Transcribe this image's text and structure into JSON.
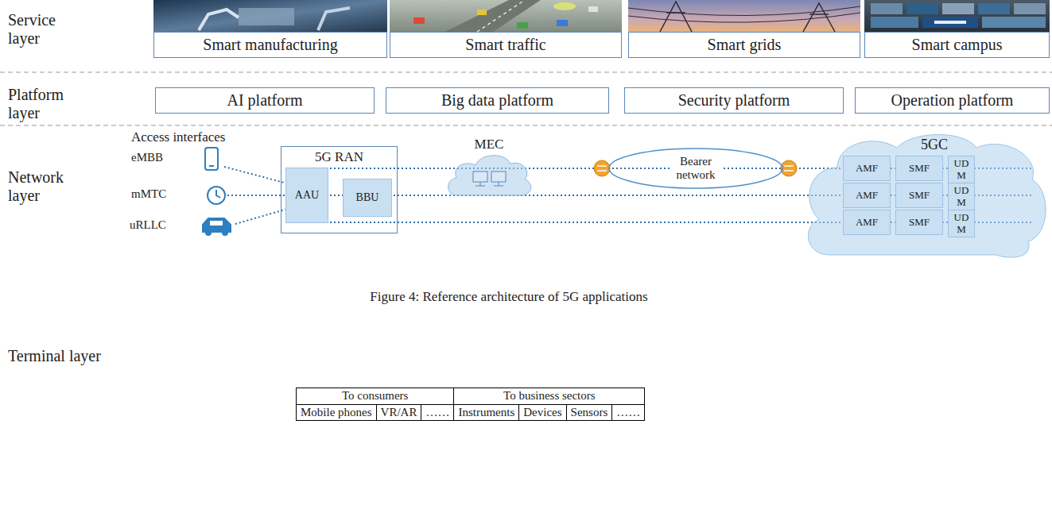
{
  "diagram": {
    "caption": "Figure 4: Reference architecture of 5G applications",
    "nodes": [
      {
        "text": [
          "Smart manufacturing"
        ]
      },
      {
        "text": [
          "Smart traffic"
        ]
      },
      {
        "text": [
          "Smart grids"
        ]
      },
      {
        "text": [
          "Smart campus"
        ]
      },
      {
        "text": [
          "AI platform"
        ]
      },
      {
        "text": [
          "Big data platform"
        ]
      },
      {
        "text": [
          "Security platform"
        ]
      },
      {
        "text": [
          "Operation platform"
        ]
      },
      {
        "text": [
          "5G RAN"
        ]
      },
      {
        "text": [
          "AAU"
        ],
        "in": 8
      },
      {
        "text": [
          "BBU"
        ],
        "in": 8
      },
      {
        "text": [
          "MEC"
        ]
      },
      {
        "text": [
          "Bearer network"
        ]
      },
      {
        "text": [
          "5GC"
        ]
      },
      {
        "text": [
          "AMF"
        ],
        "in": 13
      },
      {
        "text": [
          "SMF"
        ],
        "in": 13
      },
      {
        "text": [
          "UD M"
        ],
        "in": 13
      },
      {
        "text": [
          "AMF"
        ],
        "in": 13
      },
      {
        "text": [
          "SMF"
        ],
        "in": 13
      },
      {
        "text": [
          "UD M"
        ],
        "in": 13
      },
      {
        "text": [
          "AMF"
        ],
        "in": 13
      },
      {
        "text": [
          "SMF"
        ],
        "in": 13
      },
      {
        "text": [
          "UD M"
        ],
        "in": 13
      }
    ],
    "labels": [
      "Service layer",
      "Platform layer",
      "Access interfaces",
      "eMBB",
      "mMTC",
      "uRLLC",
      "Network layer",
      "Terminal layer",
      "To consumers",
      "To business sectors",
      "Mobile phones",
      "VR/AR",
      "……",
      "Instruments",
      "Devices",
      "Sensors",
      "……"
    ]
  }
}
